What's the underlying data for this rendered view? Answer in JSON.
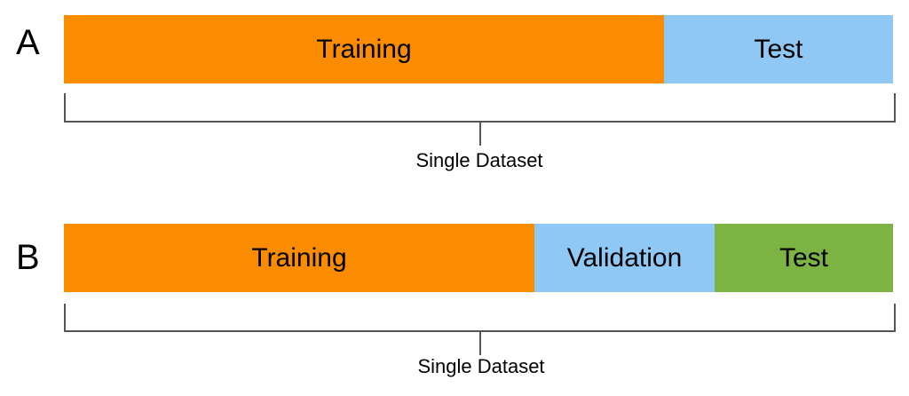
{
  "panels": [
    {
      "label": "A",
      "segments": [
        {
          "name": "Training",
          "color": "#FB8C00"
        },
        {
          "name": "Test",
          "color": "#90C8F5"
        }
      ],
      "caption": "Single Dataset"
    },
    {
      "label": "B",
      "segments": [
        {
          "name": "Training",
          "color": "#FB8C00"
        },
        {
          "name": "Validation",
          "color": "#90C8F5"
        },
        {
          "name": "Test",
          "color": "#7CB342"
        }
      ],
      "caption": "Single Dataset"
    }
  ]
}
